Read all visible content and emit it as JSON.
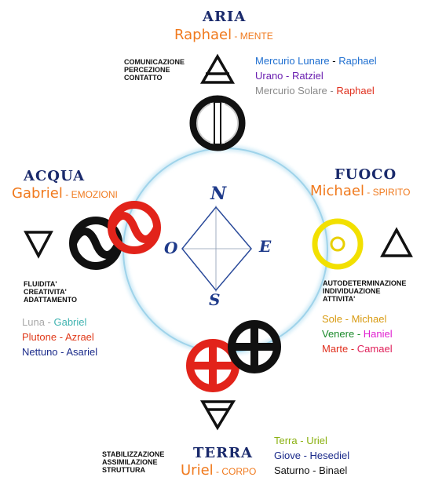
{
  "aria": {
    "title": "ARIA",
    "angel": "Raphael",
    "separator": " - ",
    "faculty": "MENTE",
    "qualities": [
      "COMUNICAZIONE",
      "PERCEZIONE",
      "CONTATTO"
    ],
    "correspondences": [
      {
        "planet": "Mercurio Lunare",
        "angel": "Raphael",
        "planet_color": "#1f6fd0",
        "angel_color": "#1f6fd0"
      },
      {
        "planet": "Urano",
        "angel": "Ratziel",
        "planet_color": "#6a1fb0",
        "angel_color": "#6a1fb0"
      },
      {
        "planet": "Mercurio Solare",
        "angel": "Raphael",
        "planet_color": "#8a8a8a",
        "angel_color": "#e0301e"
      }
    ]
  },
  "acqua": {
    "title": "ACQUA",
    "angel": "Gabriel",
    "separator": " - ",
    "faculty": "EMOZIONI",
    "qualities": [
      "FLUIDITA'",
      "CREATIVITA'",
      "ADATTAMENTO"
    ],
    "correspondences": [
      {
        "planet": "Luna",
        "angel": "Gabriel",
        "planet_color": "#a8a8a8",
        "angel_color": "#3fb3b0"
      },
      {
        "planet": "Plutone",
        "angel": "Azrael",
        "planet_color": "#e03a1a",
        "angel_color": "#e03a1a"
      },
      {
        "planet": "Nettuno",
        "angel": "Asariel",
        "planet_color": "#1a2a8a",
        "angel_color": "#1a2a8a"
      }
    ]
  },
  "fuoco": {
    "title": "FUOCO",
    "angel": "Michael",
    "separator": " - ",
    "faculty": "SPIRITO",
    "qualities": [
      "AUTODETERMINAZIONE",
      "INDIVIDUAZIONE",
      "ATTIVITA'"
    ],
    "correspondences": [
      {
        "planet": "Sole",
        "angel": "Michael",
        "planet_color": "#d89a10",
        "angel_color": "#d89a10"
      },
      {
        "planet": "Venere",
        "angel": "Haniel",
        "planet_color": "#1a8a2a",
        "angel_color": "#e020d0"
      },
      {
        "planet": "Marte",
        "angel": "Camael",
        "planet_color": "#e0301e",
        "angel_color": "#e0205a"
      }
    ]
  },
  "terra": {
    "title": "TERRA",
    "angel": "Uriel",
    "separator": " - ",
    "faculty": "CORPO",
    "qualities": [
      "STABILIZZAZIONE",
      "ASSIMILAZIONE",
      "STRUTTURA"
    ],
    "correspondences": [
      {
        "planet": "Terra",
        "angel": "Uriel",
        "planet_color": "#8ab010",
        "angel_color": "#8ab010"
      },
      {
        "planet": "Giove",
        "angel": "Hesediel",
        "planet_color": "#1a2a8a",
        "angel_color": "#1a2a8a"
      },
      {
        "planet": "Saturno",
        "angel": "Binael",
        "planet_color": "#111111",
        "angel_color": "#111111"
      }
    ]
  },
  "compass": {
    "north": "N",
    "east": "E",
    "south": "S",
    "west": "O"
  },
  "colors": {
    "title": "#1a2a6c",
    "angel": "#f07a1e",
    "circle": "#a8d8ec",
    "red_symbol": "#e2231a",
    "yellow_symbol": "#f2e000",
    "compass": "#1e3a8a"
  },
  "icons": [
    "air-triangle-icon",
    "water-triangle-icon",
    "fire-triangle-icon",
    "earth-triangle-icon",
    "air-symbol-icon",
    "water-symbol-icon",
    "fire-symbol-icon",
    "earth-symbol-icon"
  ]
}
